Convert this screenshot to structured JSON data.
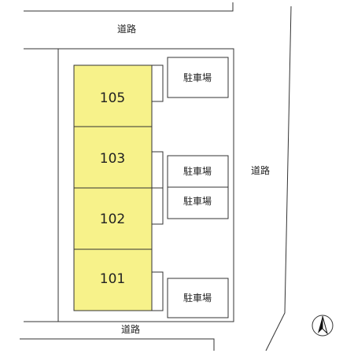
{
  "roads": {
    "top": "道路",
    "right": "道路",
    "bottom": "道路"
  },
  "units": [
    {
      "label": "105"
    },
    {
      "label": "103"
    },
    {
      "label": "102"
    },
    {
      "label": "101"
    }
  ],
  "parking": [
    {
      "label": "駐車場"
    },
    {
      "label": "駐車場"
    },
    {
      "label": "駐車場"
    },
    {
      "label": "駐車場"
    }
  ],
  "colors": {
    "unit_fill": "#f7f28a",
    "line": "#333333",
    "text": "#222222"
  },
  "compass": {
    "icon": "north-arrow-icon"
  }
}
